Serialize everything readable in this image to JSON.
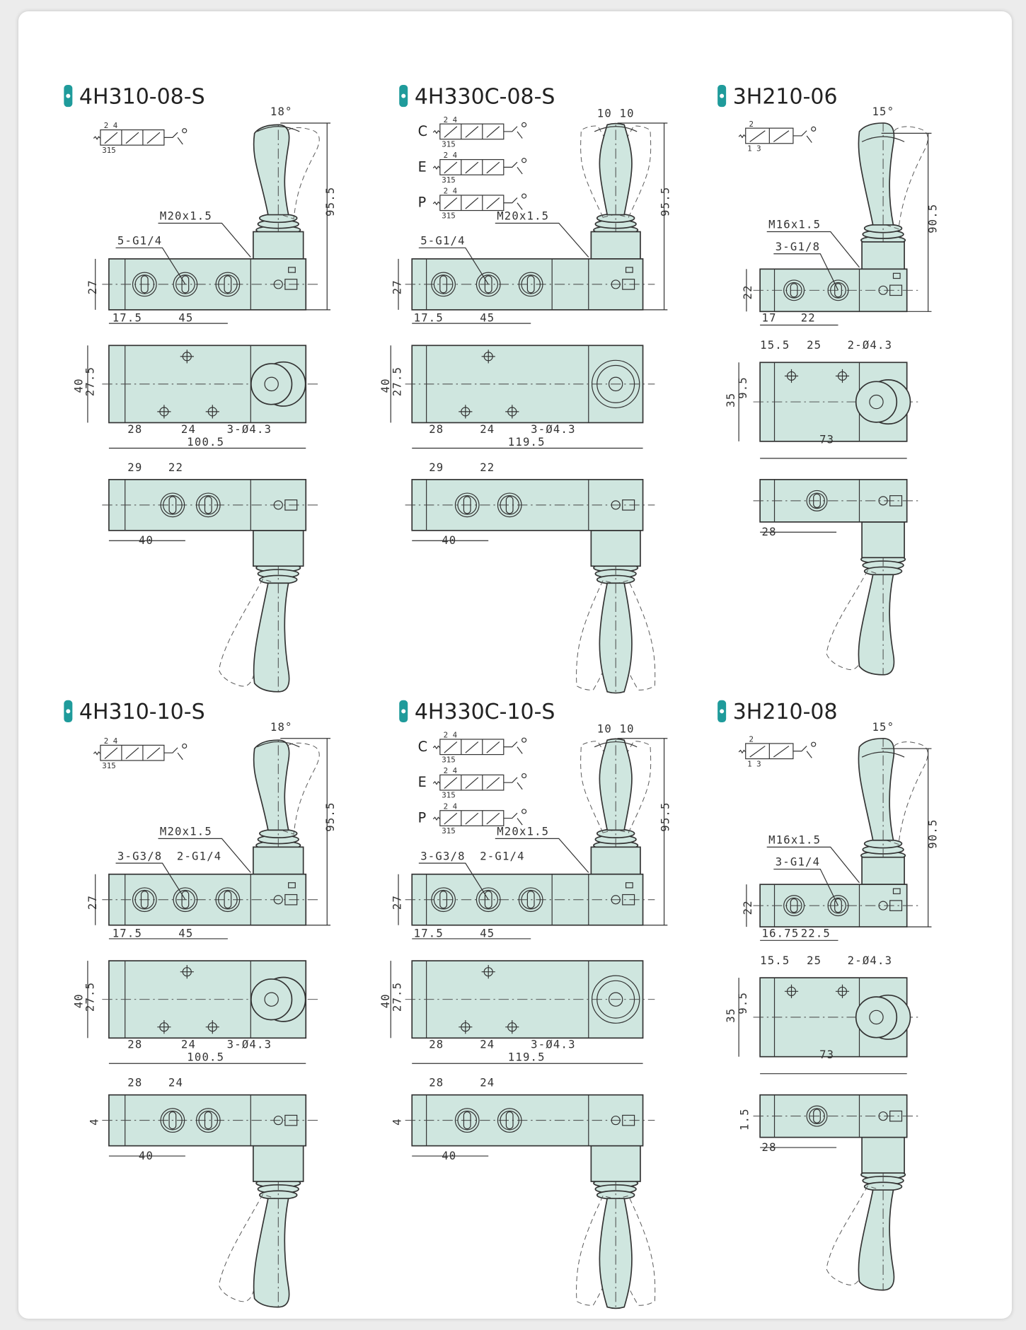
{
  "colors": {
    "fill": "#cfe6df",
    "marker": "#1f9b9b",
    "line": "#333333"
  },
  "panels": [
    {
      "title": "4H310-08-S",
      "type": "A",
      "symbol": {
        "top": "2 4",
        "bottom": "315"
      },
      "labels": {
        "angle": "18°",
        "height": "95.5",
        "thread": "M20x1.5",
        "ports1": "5-G1/4",
        "body_h": "27",
        "d1": "17.5",
        "d2": "45",
        "top_h": "40",
        "top_h2": "27.5",
        "top_d1": "28",
        "top_d2": "24",
        "holes": "3-Ø4.3",
        "top_len": "100.5",
        "bot_d1": "29",
        "bot_d2": "22",
        "bot_len": "40"
      }
    },
    {
      "title": "4H330C-08-S",
      "type": "B",
      "modes": [
        {
          "label": "C",
          "top": "2 4",
          "bottom": "315"
        },
        {
          "label": "E",
          "top": "2 4",
          "bottom": "315"
        },
        {
          "label": "P",
          "top": "2 4",
          "bottom": "315"
        }
      ],
      "labels": {
        "angle": "10 10",
        "height": "95.5",
        "thread": "M20x1.5",
        "ports1": "5-G1/4",
        "body_h": "27",
        "d1": "17.5",
        "d2": "45",
        "top_h": "40",
        "top_h2": "27.5",
        "top_d1": "28",
        "top_d2": "24",
        "holes": "3-Ø4.3",
        "top_len": "119.5",
        "bot_d1": "29",
        "bot_d2": "22",
        "bot_len": "40"
      }
    },
    {
      "title": "3H210-06",
      "type": "C",
      "symbol": {
        "top": "2",
        "bottom": "1 3"
      },
      "labels": {
        "angle": "15°",
        "height": "90.5",
        "thread": "M16x1.5",
        "ports1": "3-G1/8",
        "body_h": "22",
        "d1": "17",
        "d2": "22",
        "top_h": "35",
        "top_h2": "9.5",
        "top_d1": "15.5",
        "top_d2": "25",
        "holes": "2-Ø4.3",
        "top_len": "73",
        "bot_d1": "28"
      }
    },
    {
      "title": "4H310-10-S",
      "type": "A",
      "symbol": {
        "top": "2 4",
        "bottom": "315"
      },
      "labels": {
        "angle": "18°",
        "height": "95.5",
        "thread": "M20x1.5",
        "ports1": "3-G3/8",
        "ports2": "2-G1/4",
        "body_h": "27",
        "d1": "17.5",
        "d2": "45",
        "top_h": "40",
        "top_h2": "27.5",
        "top_d1": "28",
        "top_d2": "24",
        "holes": "3-Ø4.3",
        "top_len": "100.5",
        "bot_d1": "28",
        "bot_d2": "24",
        "bot_len": "40",
        "bot_offset": "4"
      }
    },
    {
      "title": "4H330C-10-S",
      "type": "B",
      "modes": [
        {
          "label": "C",
          "top": "2 4",
          "bottom": "315"
        },
        {
          "label": "E",
          "top": "2 4",
          "bottom": "315"
        },
        {
          "label": "P",
          "top": "2 4",
          "bottom": "315"
        }
      ],
      "labels": {
        "angle": "10 10",
        "height": "95.5",
        "thread": "M20x1.5",
        "ports1": "3-G3/8",
        "ports2": "2-G1/4",
        "body_h": "27",
        "d1": "17.5",
        "d2": "45",
        "top_h": "40",
        "top_h2": "27.5",
        "top_d1": "28",
        "top_d2": "24",
        "holes": "3-Ø4.3",
        "top_len": "119.5",
        "bot_d1": "28",
        "bot_d2": "24",
        "bot_len": "40",
        "bot_offset": "4"
      }
    },
    {
      "title": "3H210-08",
      "type": "C",
      "symbol": {
        "top": "2",
        "bottom": "1 3"
      },
      "labels": {
        "angle": "15°",
        "height": "90.5",
        "thread": "M16x1.5",
        "ports1": "3-G1/4",
        "body_h": "22",
        "d1": "16.75",
        "d2": "22.5",
        "top_h": "35",
        "top_h2": "9.5",
        "top_d1": "15.5",
        "top_d2": "25",
        "holes": "2-Ø4.3",
        "top_len": "73",
        "bot_d1": "28",
        "bot_offset": "1.5"
      }
    }
  ]
}
